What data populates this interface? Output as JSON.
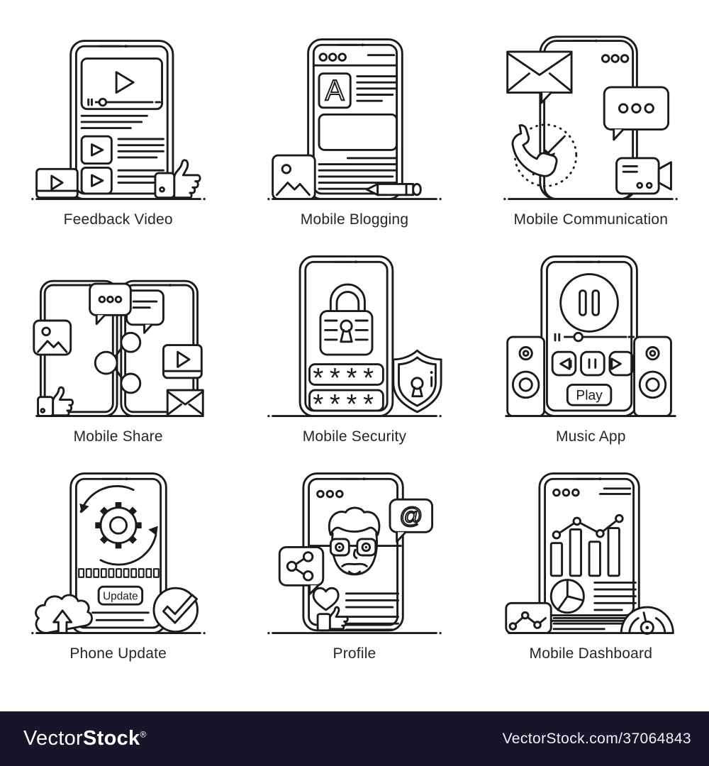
{
  "page": {
    "background": "#ffffff",
    "kind": "icon-set-preview"
  },
  "style": {
    "line_color": "#1b1b1b",
    "label_color": "#262626",
    "bar_color": "#161529",
    "bar_text_color": "#ffffff"
  },
  "cells": [
    {
      "id": "feedback-video",
      "label": "Feedback Video",
      "icons": [
        "smartphone",
        "video-player",
        "play-button",
        "seek-bar",
        "video-thumbnail",
        "video-thumbnail",
        "text-lines",
        "video-card",
        "thumbs-up"
      ]
    },
    {
      "id": "mobile-blogging",
      "label": "Mobile Blogging",
      "letter_a": "A",
      "icons": [
        "smartphone",
        "browser-dots",
        "letter-a-block",
        "text-lines",
        "image-placeholder",
        "photo",
        "pencil"
      ]
    },
    {
      "id": "mobile-communication",
      "label": "Mobile Communication",
      "icons": [
        "smartphone",
        "envelope",
        "chat-bubble",
        "call-transfer-arrows",
        "phone-handset",
        "video-camera"
      ]
    },
    {
      "id": "mobile-share",
      "label": "Mobile Share",
      "icons": [
        "smartphone",
        "smartphone",
        "chat-bubble",
        "chat-bubble",
        "share-network",
        "photo",
        "video-player",
        "envelope",
        "thumbs-up"
      ]
    },
    {
      "id": "mobile-security",
      "label": "Mobile Security",
      "password_1": "****",
      "password_2": "****",
      "icons": [
        "smartphone",
        "padlock",
        "password-field",
        "password-field",
        "shield-keyhole"
      ]
    },
    {
      "id": "music-app",
      "label": "Music App",
      "play_label": "Play",
      "icons": [
        "smartphone",
        "pause-circle",
        "seek-bar",
        "rewind-button",
        "pause-button",
        "forward-button",
        "play-button",
        "speaker",
        "speaker"
      ]
    },
    {
      "id": "phone-update",
      "label": "Phone Update",
      "update_label": "Update",
      "icons": [
        "smartphone",
        "gear",
        "sync-arrows",
        "progress-blocks",
        "update-button",
        "cloud-upload",
        "check-circle"
      ]
    },
    {
      "id": "profile",
      "label": "Profile",
      "at_symbol": "@",
      "icons": [
        "smartphone",
        "browser-dots",
        "user-avatar",
        "at-bubble",
        "share-bubble",
        "heart",
        "thumbs-up",
        "text-lines"
      ]
    },
    {
      "id": "mobile-dashboard",
      "label": "Mobile Dashboard",
      "icons": [
        "smartphone",
        "browser-dots",
        "line-chart",
        "bar-chart",
        "pie-chart",
        "text-lines",
        "chart-card",
        "gauge"
      ]
    }
  ],
  "watermark": {
    "brand_light": "Vector",
    "brand_bold": "Stock",
    "registered": "®",
    "attribution": "VectorStock.com/37064843"
  }
}
